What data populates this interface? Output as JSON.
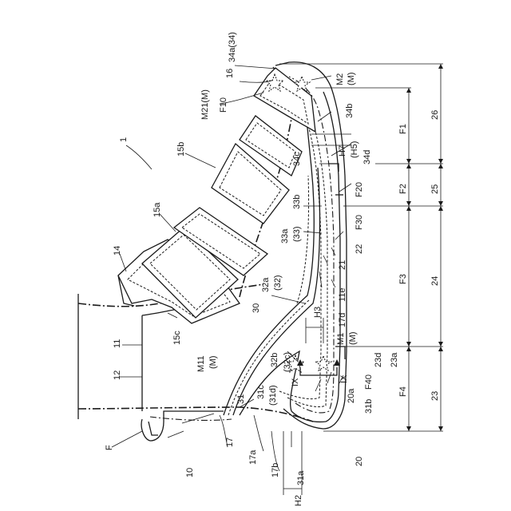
{
  "diagram": {
    "labels": {
      "l_1": "1",
      "l_10": "10",
      "l_11": "11",
      "l_12": "12",
      "l_14": "14",
      "l_15a": "15a",
      "l_15b": "15b",
      "l_15c": "15c",
      "l_16": "16",
      "l_17": "17",
      "l_17a": "17a",
      "l_17b": "17b",
      "l_20": "20",
      "l_20a": "20a",
      "l_21": "21",
      "l_22": "22",
      "l_23": "23",
      "l_23a": "23a",
      "l_23d": "23d",
      "l_24": "24",
      "l_25": "25",
      "l_26": "26",
      "l_30": "30",
      "l_31": "31",
      "l_31a": "31a",
      "l_31b": "31b",
      "l_31c": "31c",
      "l_31d": "(31d)",
      "l_32a": "32a",
      "l_32": "(32)",
      "l_32b": "32b",
      "l_32c": "(32c)",
      "l_33a": "33a",
      "l_33": "(33)",
      "l_33b": "33b",
      "l_34a": "34a(34)",
      "l_34b": "34b",
      "l_34c": "34c",
      "l_34d": "34d",
      "l_11e": "11e",
      "l_17d": "17d",
      "l_F": "F",
      "l_F1": "F1",
      "l_F2": "F2",
      "l_F3": "F3",
      "l_F4": "F4",
      "l_F10": "F10",
      "l_F20": "F20",
      "l_F30": "F30",
      "l_F40": "F40",
      "l_H2": "H2",
      "l_H3": "H3",
      "l_H7": "H7",
      "l_H5": "(H5)",
      "l_M1": "M1",
      "l_M1m": "(M)",
      "l_M2": "M2",
      "l_M2m": "(M)",
      "l_M11": "M11",
      "l_M11m": "(M)",
      "l_M21": "M21(M)",
      "l_IX1": "IX",
      "l_IX2": "IX"
    }
  }
}
